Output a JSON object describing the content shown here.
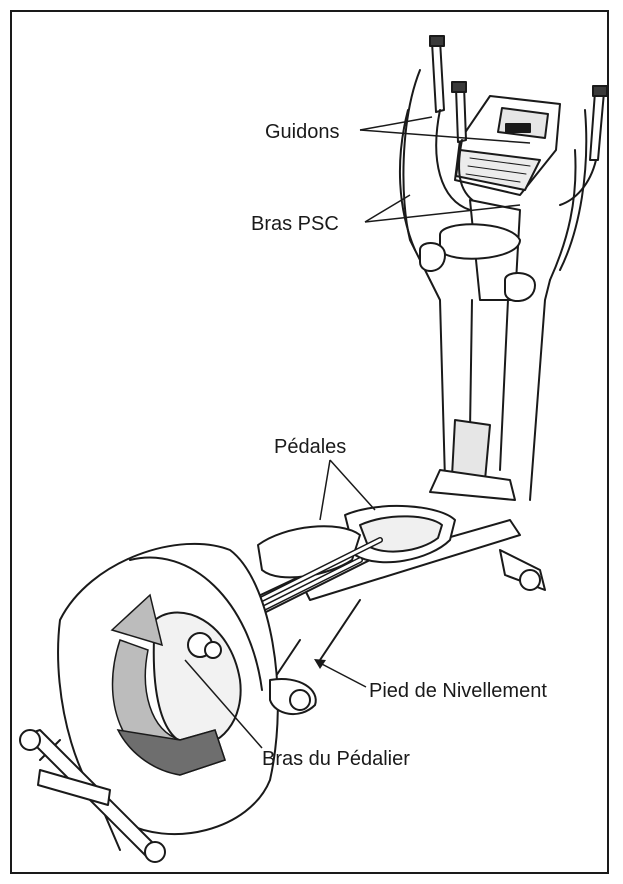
{
  "labels": {
    "guidons": "Guidons",
    "bras_psc": "Bras PSC",
    "pedales": "Pédales",
    "pied_nivellement": "Pied de Nivellement",
    "bras_pedalier": "Bras du Pédalier"
  },
  "colors": {
    "line": "#1a1a1a",
    "arrow_dark": "#6e6e6e",
    "arrow_light": "#bcbcbc",
    "shade": "#d9d9d9"
  },
  "icons": {
    "machine": "elliptical-trainer-illustration",
    "rotation_arrow": "curved-arrow-icon"
  }
}
